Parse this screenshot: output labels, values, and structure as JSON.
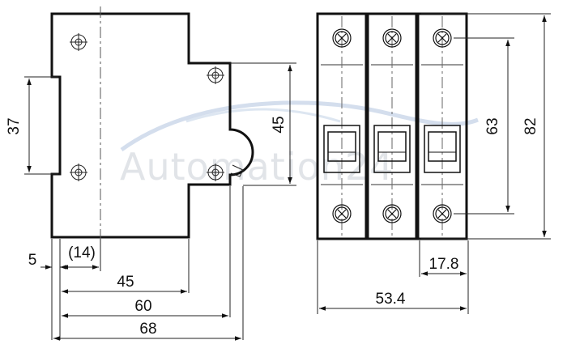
{
  "side_view": {
    "dim_37": "37",
    "dim_45_height": "45",
    "dim_5": "5",
    "dim_14": "(14)",
    "dim_45_width": "45",
    "dim_60": "60",
    "dim_68": "68"
  },
  "front_view": {
    "pole_count": 3,
    "dim_63": "63",
    "dim_82": "82",
    "dim_17_8": "17.8",
    "dim_53_4": "53.4"
  },
  "watermark": {
    "text": "Automation24"
  },
  "colors": {
    "line": "#111111",
    "watermark": "#c9ced6",
    "swoosh": "#9fb6d6"
  }
}
